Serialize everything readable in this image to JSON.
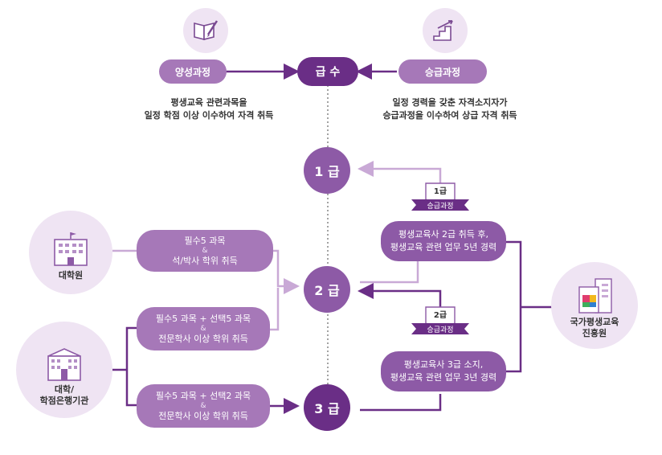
{
  "top": {
    "center_label": "급 수",
    "left_label": "양성과정",
    "right_label": "승급과정",
    "left_desc": [
      "평생교육 관련과목을",
      "일정 학점 이상 이수하여 자격 취득"
    ],
    "right_desc": [
      "일정 경력을 갖춘 자격소지자가",
      "승급과정을 이수하여 상급 자격 취득"
    ],
    "left_icon": "book-pencil-icon",
    "right_icon": "stairs-arrow-icon"
  },
  "grades": {
    "g1": "1 급",
    "g2": "2 급",
    "g3": "3 급"
  },
  "institutions": {
    "grad": "대학원",
    "univ": [
      "대학/",
      "학점은행기관"
    ],
    "nile": [
      "국가평생교육",
      "진흥원"
    ]
  },
  "boxes": {
    "b1": {
      "line1": "필수5 과목",
      "amp": "&",
      "line2": "석/박사 학위 취득"
    },
    "b2": {
      "line1": "필수5 과목 + 선택5 과목",
      "amp": "&",
      "line2": "전문학사 이상 학위 취득"
    },
    "b3": {
      "line1": "필수5 과목 + 선택2 과목",
      "amp": "&",
      "line2": "전문학사 이상 학위 취득"
    }
  },
  "promotion": {
    "p1": {
      "badge_top": "1급",
      "badge_ribbon": "승급과정",
      "line1": "평생교육사 2급 취득 후,",
      "line2": "평생교육 관련 업무 5년 경력"
    },
    "p2": {
      "badge_top": "2급",
      "badge_ribbon": "승급과정",
      "line1": "평생교육사 3급 소지,",
      "line2": "평생교육 관련 업무 3년 경력"
    }
  },
  "colors": {
    "dark": "#6a2e86",
    "mid": "#8d5aa6",
    "light": "#a678b8",
    "pale": "#efe4f3",
    "line_light": "#c9a9d6"
  }
}
